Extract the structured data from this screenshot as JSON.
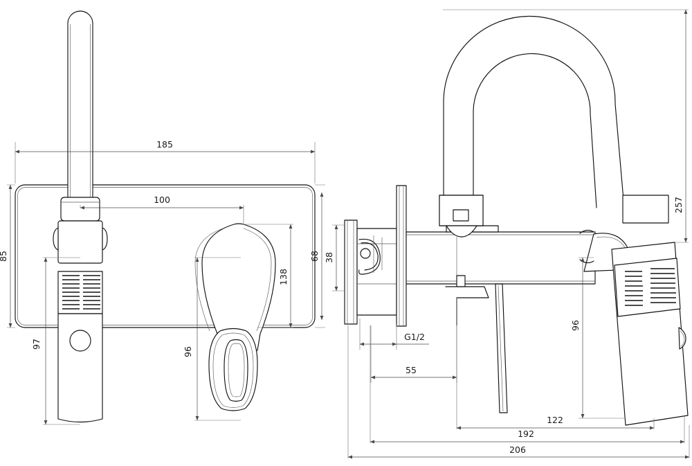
{
  "drawing": {
    "title": "Wall-mounted basin mixer tap - technical dimension drawing",
    "background_color": "#ffffff",
    "line_color": "#111111",
    "dimension_line_color": "#4a4a4a",
    "units": "mm"
  },
  "views": [
    {
      "name": "front-elevation",
      "label": ""
    },
    {
      "name": "side-elevation",
      "label": ""
    }
  ],
  "dimensions": {
    "front": {
      "plate_width": "185",
      "spout_to_lever": "100",
      "plate_height": "85",
      "lever_height": "138",
      "plate_inner_height": "68",
      "handle_height": "97",
      "lever_lower": "96"
    },
    "side": {
      "escutcheon_thickness": "38",
      "thread": "G1/2",
      "wall_to_spout": "55",
      "spout_height_ref": "96",
      "spout_projection": "122",
      "handle_projection": "192",
      "total_projection": "206",
      "total_height": "257"
    }
  },
  "labels": [
    {
      "id": "d185",
      "text": "185"
    },
    {
      "id": "d100",
      "text": "100"
    },
    {
      "id": "d85",
      "text": "85"
    },
    {
      "id": "d138",
      "text": "138"
    },
    {
      "id": "d68",
      "text": "68"
    },
    {
      "id": "d97",
      "text": "97"
    },
    {
      "id": "d96a",
      "text": "96"
    },
    {
      "id": "d38",
      "text": "38"
    },
    {
      "id": "dG12",
      "text": "G1/2"
    },
    {
      "id": "d55",
      "text": "55"
    },
    {
      "id": "d96b",
      "text": "96"
    },
    {
      "id": "d122",
      "text": "122"
    },
    {
      "id": "d192",
      "text": "192"
    },
    {
      "id": "d206",
      "text": "206"
    },
    {
      "id": "d257",
      "text": "257"
    }
  ]
}
